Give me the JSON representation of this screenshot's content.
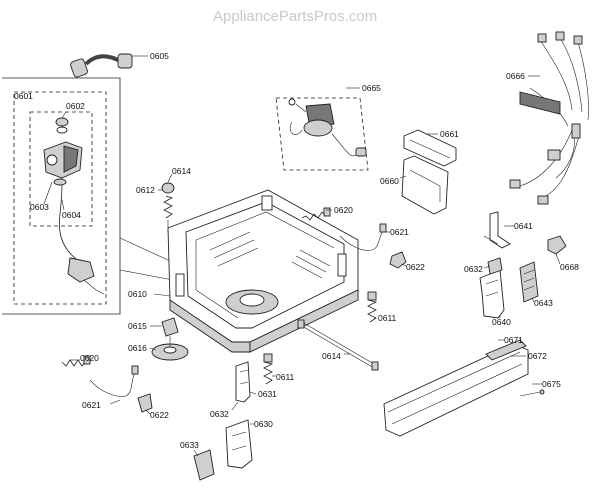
{
  "watermark": "AppliancePartsPros.com",
  "parts": [
    {
      "id": "0605",
      "label": "0605"
    },
    {
      "id": "0601",
      "label": "0601"
    },
    {
      "id": "0602",
      "label": "0602"
    },
    {
      "id": "0603",
      "label": "0603"
    },
    {
      "id": "0604",
      "label": "0604"
    },
    {
      "id": "0665",
      "label": "0665"
    },
    {
      "id": "0666",
      "label": "0666"
    },
    {
      "id": "0661",
      "label": "0661"
    },
    {
      "id": "0660",
      "label": "0660"
    },
    {
      "id": "0614a",
      "label": "0614"
    },
    {
      "id": "0612",
      "label": "0612"
    },
    {
      "id": "0620a",
      "label": "0620"
    },
    {
      "id": "0621a",
      "label": "0621"
    },
    {
      "id": "0622a",
      "label": "0622"
    },
    {
      "id": "0641",
      "label": "0641"
    },
    {
      "id": "0668",
      "label": "0668"
    },
    {
      "id": "0632a",
      "label": "0632"
    },
    {
      "id": "0643",
      "label": "0643"
    },
    {
      "id": "0610",
      "label": "0610"
    },
    {
      "id": "0611a",
      "label": "0611"
    },
    {
      "id": "0640",
      "label": "0640"
    },
    {
      "id": "0615",
      "label": "0615"
    },
    {
      "id": "0616",
      "label": "0616"
    },
    {
      "id": "0614b",
      "label": "0614"
    },
    {
      "id": "0671",
      "label": "0671"
    },
    {
      "id": "0672",
      "label": "0672"
    },
    {
      "id": "0620b",
      "label": "0620"
    },
    {
      "id": "0611b",
      "label": "0611"
    },
    {
      "id": "0675",
      "label": "0675"
    },
    {
      "id": "0631",
      "label": "0631"
    },
    {
      "id": "0621b",
      "label": "0621"
    },
    {
      "id": "0622b",
      "label": "0622"
    },
    {
      "id": "0632b",
      "label": "0632"
    },
    {
      "id": "0630",
      "label": "0630"
    },
    {
      "id": "0633",
      "label": "0633"
    }
  ]
}
